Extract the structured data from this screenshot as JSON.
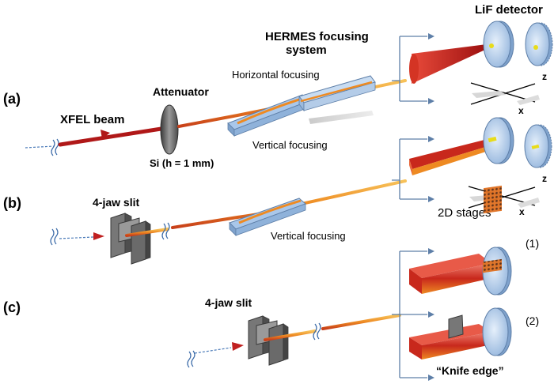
{
  "panels": {
    "a": {
      "label": "(a)",
      "xfel_beam": "XFEL beam",
      "attenuator": "Attenuator",
      "attenuator_material": "Si (h = 1 mm)",
      "focusing_system_line1": "HERMES focusing",
      "focusing_system_line2": "system",
      "horizontal_focusing": "Horizontal focusing",
      "vertical_focusing": "Vertical focusing",
      "detector": "LiF detector",
      "axis_z": "z",
      "axis_x": "x"
    },
    "b": {
      "label": "(b)",
      "slit": "4-jaw slit",
      "vertical_focusing": "Vertical focusing",
      "stages": "2D stages",
      "axis_z": "z",
      "axis_x": "x"
    },
    "c": {
      "label": "(c)",
      "slit": "4-jaw slit",
      "case1": "(1)",
      "case2": "(2)",
      "knife_edge": "“Knife edge”"
    }
  },
  "colors": {
    "beam_red": "#b01818",
    "beam_orange": "#f0a030",
    "mirror_blue": "#a9c7ea",
    "detector_blue": "#bcd4ef",
    "bracket_blue": "#5e7fa8"
  }
}
